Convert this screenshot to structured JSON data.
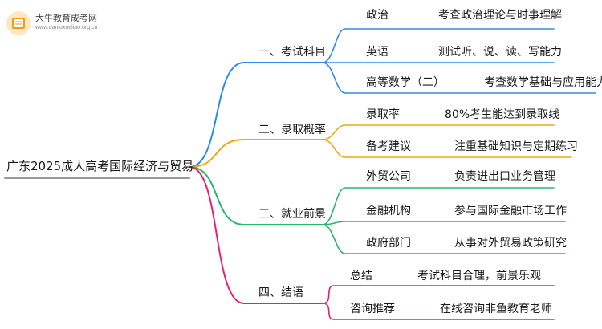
{
  "logo": {
    "title": "大牛教育成考网",
    "url": "www.daniuxueliao.org.cn"
  },
  "root": {
    "label": "广东2025成人高考国际经济与贸易"
  },
  "branches": [
    {
      "label": "一、考试科目",
      "color": "#2f8be8",
      "items": [
        {
          "label": "政治",
          "desc": "考查政治理论与时事理解"
        },
        {
          "label": "英语",
          "desc": "测试听、说、读、写能力"
        },
        {
          "label": "高等数学（二）",
          "desc": "考查数学基础与应用能力"
        }
      ]
    },
    {
      "label": "二、录取概率",
      "color": "#f0a914",
      "items": [
        {
          "label": "录取率",
          "desc": "80%考生能达到录取线"
        },
        {
          "label": "备考建议",
          "desc": "注重基础知识与定期练习"
        }
      ]
    },
    {
      "label": "三、就业前景",
      "color": "#27b868",
      "items": [
        {
          "label": "外贸公司",
          "desc": "负责进出口业务管理"
        },
        {
          "label": "金融机构",
          "desc": "参与国际金融市场工作"
        },
        {
          "label": "政府部门",
          "desc": "从事对外贸易政策研究"
        }
      ]
    },
    {
      "label": "四、结语",
      "color": "#e8206e",
      "items": [
        {
          "label": "总结",
          "desc": "考试科目合理，前景乐观"
        },
        {
          "label": "咨询推荐",
          "desc": "在线咨询非鱼教育老师"
        }
      ]
    }
  ]
}
